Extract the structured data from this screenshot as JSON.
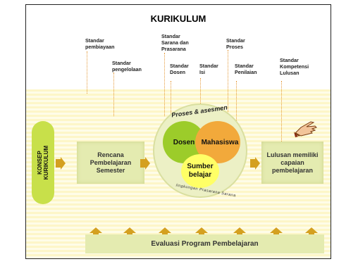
{
  "title": "KURIKULUM",
  "standards": {
    "pembiayaan": "Standar pembiayaan",
    "pengelolaan": "Standar pengelolaan",
    "sarana": "Standar Sarana dan Prasarana",
    "dosen": "Standar Dosen",
    "isi": "Standar Isi",
    "proses": "Standar Proses",
    "penilaian": "Standar Penilaian",
    "kompetensi": "Standar Kompetensi Lulusan"
  },
  "konsep": "KONSEP KURIKULUM",
  "rencana": "Rencana Pembelajaran Semester",
  "proses_asesmen": "Proses & asesmen",
  "dosen": "Dosen",
  "mahasiswa": "Mahasiswa",
  "sumber": "Sumber belajar",
  "lingkungan": "lingkungan Prasarana Sarana",
  "lulusan": "Lulusan memiliki capaian pembelajaran",
  "evaluasi": "Evaluasi Program Pembelajaran",
  "colors": {
    "dosen": "#9ccc2a",
    "mahasiswa": "#f2a93b",
    "sumber": "#ffff66",
    "box": "#e4ebb0",
    "arrow": "#d4a020",
    "konsep": "#c8e04a",
    "stripes": "#fdf6c8"
  },
  "icons": [
    "pointing-hand-icon"
  ]
}
